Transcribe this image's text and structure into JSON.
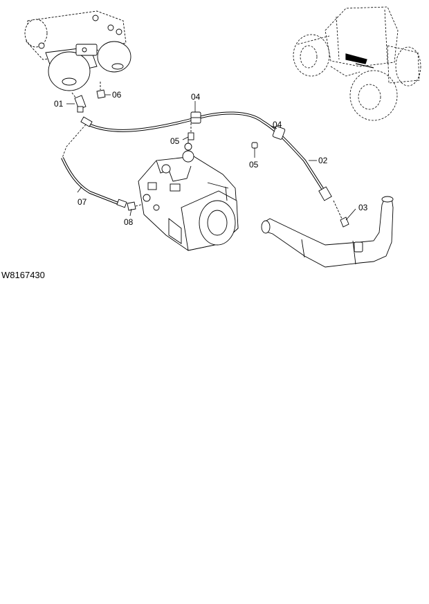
{
  "figure_id": "W8167430",
  "callouts": [
    "01",
    "06",
    "04",
    "05",
    "04",
    "05",
    "02",
    "07",
    "08",
    "03"
  ],
  "colors": {
    "ink": "#000000",
    "background": "#ffffff"
  }
}
